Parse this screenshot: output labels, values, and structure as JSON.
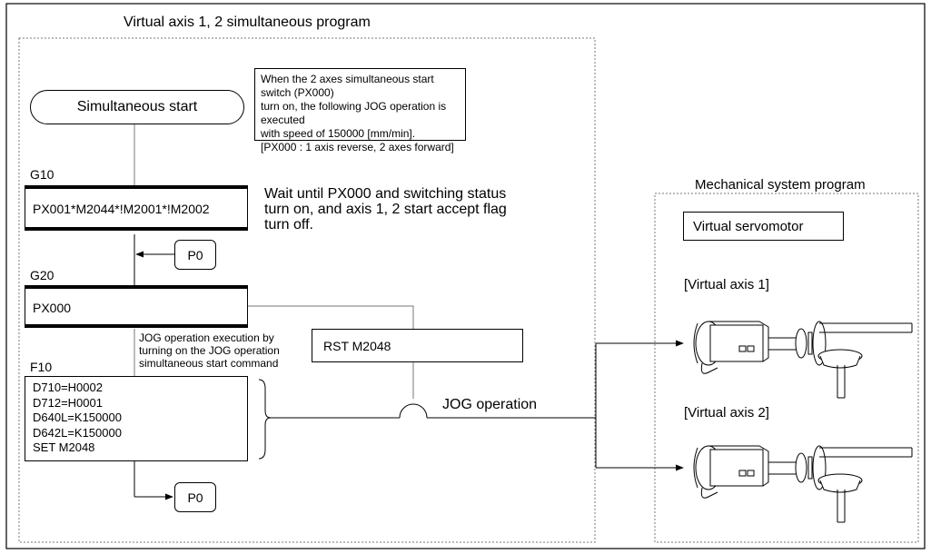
{
  "program_title": "Virtual axis 1, 2 simultaneous program",
  "note": {
    "text": "When the 2 axes simultaneous start switch (PX000)\nturn on, the following JOG operation is executed\nwith speed of 150000 [mm/min].\n[PX000 : 1 axis reverse, 2 axes forward]"
  },
  "start_terminal": {
    "label": "Simultaneous start"
  },
  "g10": {
    "step_label": "G10",
    "condition": "PX001*M2044*!M2001*!M2002",
    "comment": "Wait until PX000 and switching status\nturn on, and axis 1, 2 start accept flag\nturn off."
  },
  "p0_top": {
    "label": "P0"
  },
  "g20": {
    "step_label": "G20",
    "condition": "PX000"
  },
  "jog_comment": "JOG operation execution by\nturning on the JOG operation\nsimultaneous start command",
  "rst_box": {
    "label": "RST M2048"
  },
  "f10": {
    "step_label": "F10",
    "lines": "D710=H0002\nD712=H0001\nD640L=K150000\nD642L=K150000\nSET M2048"
  },
  "jog_label": "JOG operation",
  "p0_bottom": {
    "label": "P0"
  },
  "mech": {
    "title": "Mechanical system program",
    "servo_label": "Virtual servomotor",
    "axis1_label": "[Virtual axis 1]",
    "axis2_label": "[Virtual axis 2]"
  }
}
